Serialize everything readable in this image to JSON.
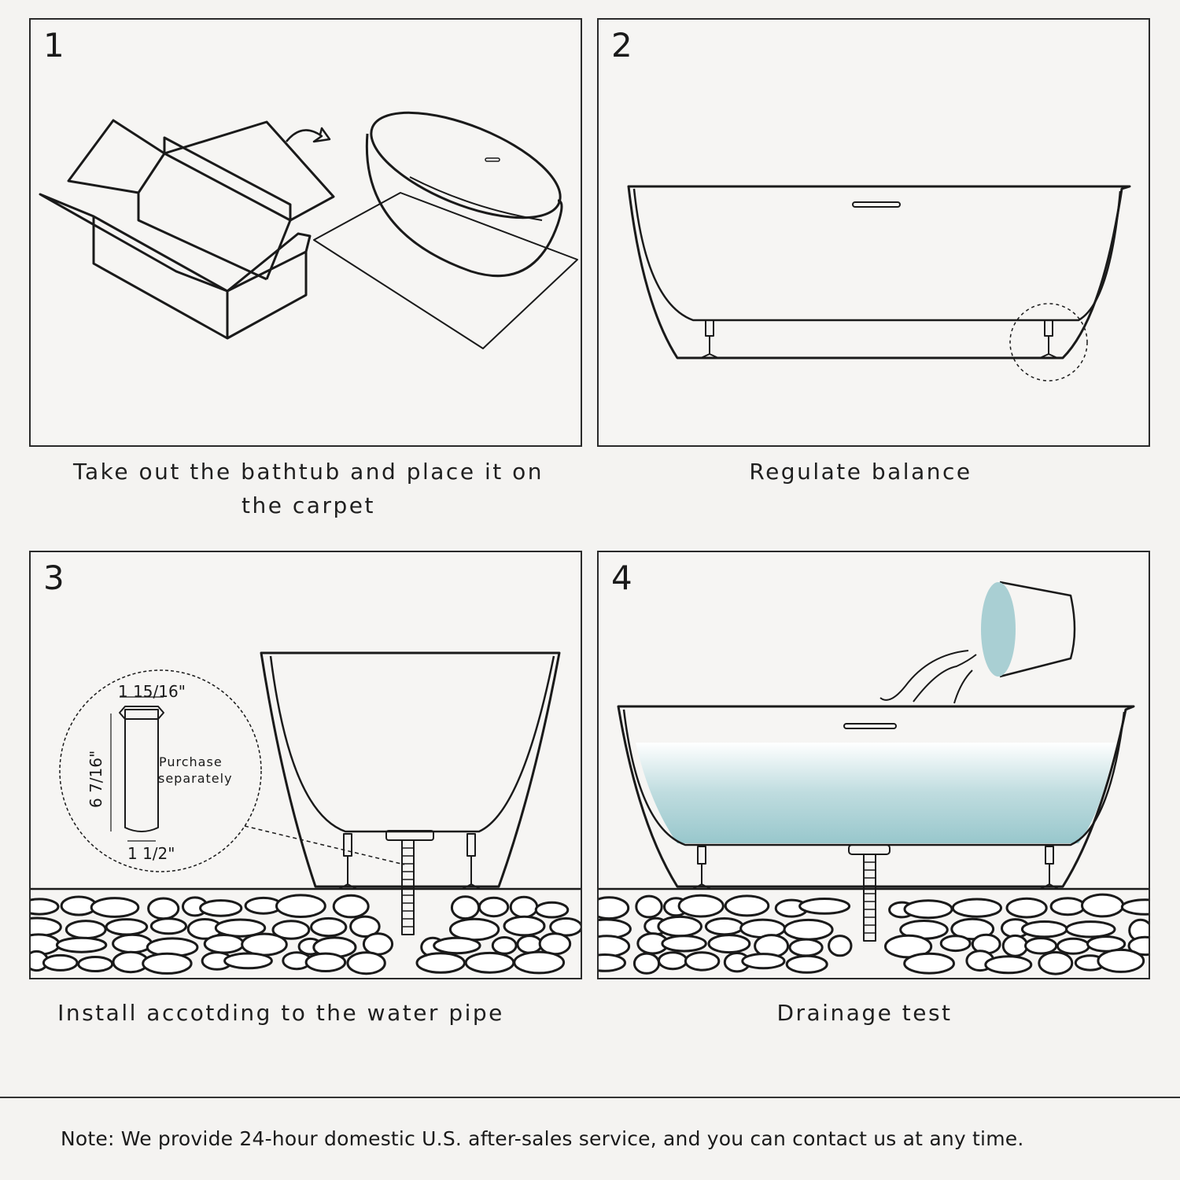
{
  "steps": [
    {
      "number": "1",
      "caption_line1": "Take out the bathtub and place it on",
      "caption_line2": "the carpet"
    },
    {
      "number": "2",
      "caption_line1": "Regulate balance"
    },
    {
      "number": "3",
      "caption_line1": "Install accotding to the water pipe"
    },
    {
      "number": "4",
      "caption_line1": "Drainage test"
    }
  ],
  "pipe_detail": {
    "top_dimension": "1  15/16\"",
    "height_dimension": "6  7/16\"",
    "bottom_dimension": "1  1/2\"",
    "note_line1": "Purchase",
    "note_line2": "separately"
  },
  "footer": {
    "note": "Note: We provide 24-hour domestic U.S. after-sales service, and you can contact us at any time."
  },
  "colors": {
    "background": "#f4f3f1",
    "line": "#1a1a1a",
    "water": "#a9cfd3"
  }
}
